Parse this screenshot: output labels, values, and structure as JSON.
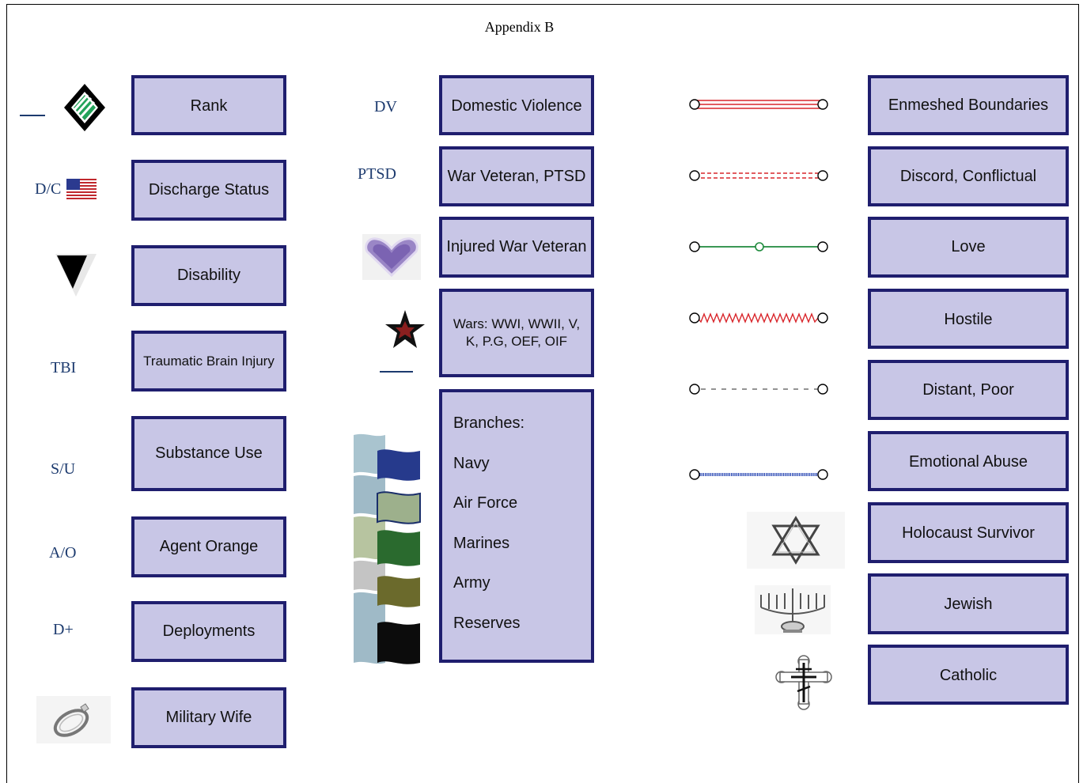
{
  "title": "Appendix B",
  "colors": {
    "box_fill": "#c8c6e6",
    "box_border": "#1f1e6e",
    "abbr_text": "#1c3a6e"
  },
  "col1": {
    "boxes": [
      "Rank",
      "Discharge Status",
      "Disability",
      "Traumatic Brain Injury",
      "Substance Use",
      "Agent Orange",
      "Deployments",
      "Military Wife"
    ],
    "abbrs": {
      "dc": "D/C",
      "tbi": "TBI",
      "su": "S/U",
      "ao": "A/O",
      "dplus": "D+"
    },
    "icons": [
      "rank-chevron-diamond-icon",
      "us-flag-icon",
      "disability-triangle-icon",
      "wedding-ring-icon"
    ]
  },
  "col2": {
    "boxes": [
      "Domestic Violence",
      "War Veteran, PTSD",
      "Injured War Veteran",
      "Wars: WWI, WWII, V, K, P.G, OEF, OIF"
    ],
    "abbrs": {
      "dv": "DV",
      "ptsd": "PTSD"
    },
    "branches_heading": "Branches:",
    "branches": [
      "Navy",
      "Air Force",
      "Marines",
      "Army",
      "Reserves"
    ],
    "icons": [
      "purple-heart-icon",
      "war-star-icon",
      "branch-flags-icon"
    ]
  },
  "col3": {
    "relations": [
      "Enmeshed Boundaries",
      "Discord, Conflictual",
      "Love",
      "Hostile",
      "Distant, Poor",
      "Emotional Abuse"
    ],
    "religions": [
      "Holocaust Survivor",
      "Jewish",
      "Catholic"
    ],
    "line_styles": [
      "triple-red-line",
      "dashed-red-double-line",
      "green-line-with-node",
      "red-zigzag-line",
      "grey-dashed-line",
      "blue-coil-line"
    ],
    "icons": [
      "star-of-david-icon",
      "menorah-icon",
      "orthodox-cross-icon"
    ]
  }
}
